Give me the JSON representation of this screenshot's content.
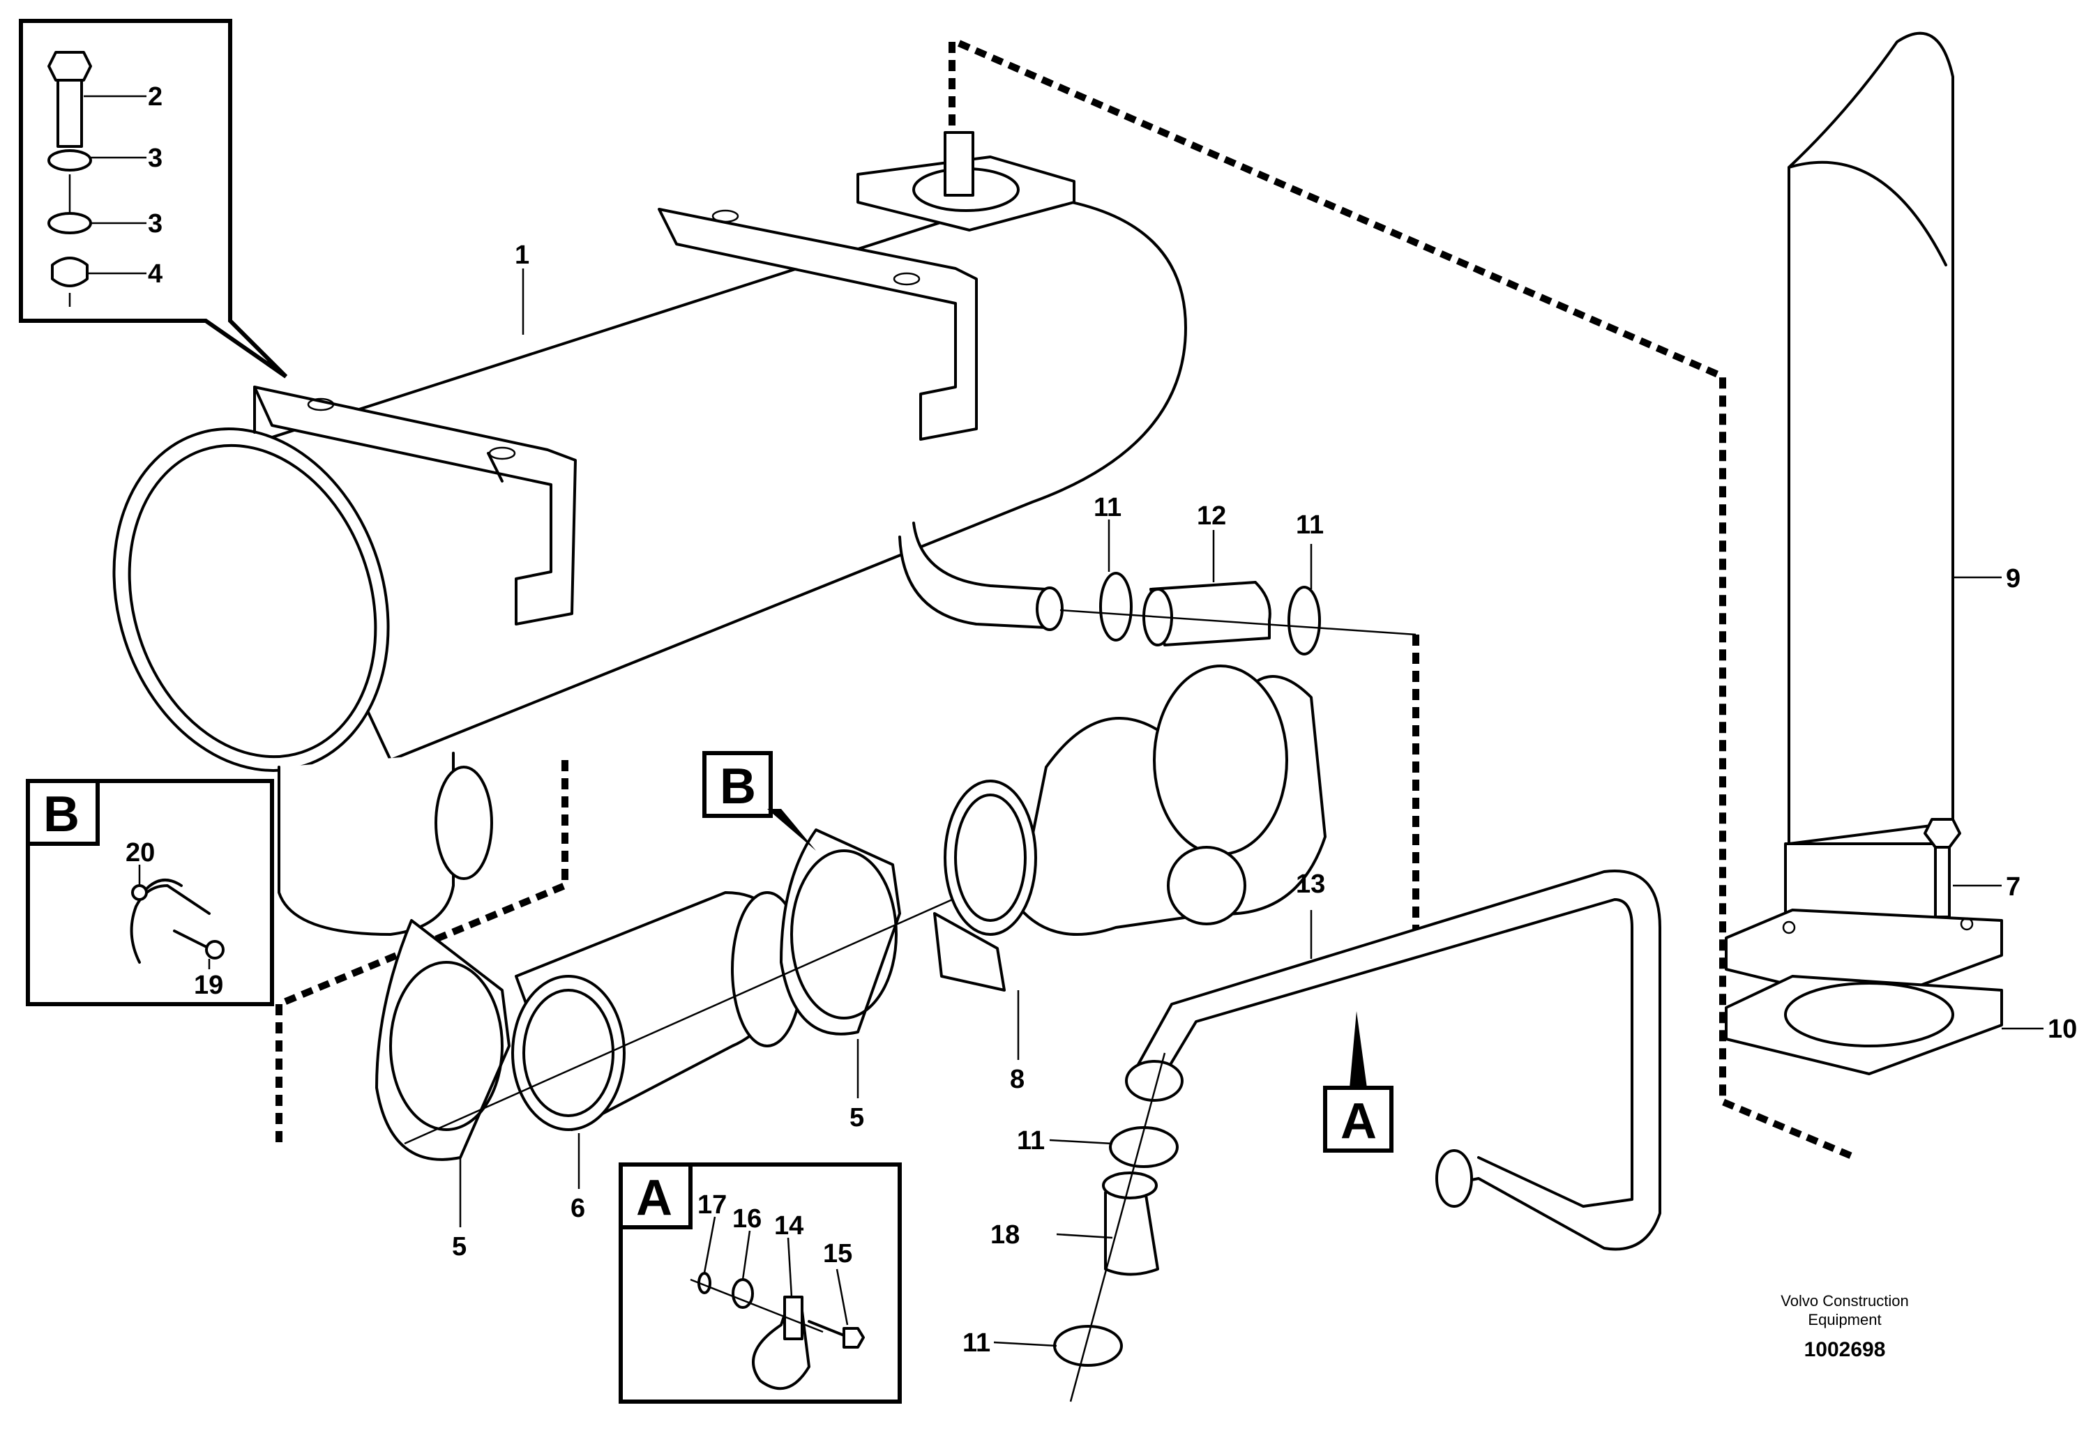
{
  "part_labels": {
    "p1": "1",
    "p2": "2",
    "p3a": "3",
    "p3b": "3",
    "p4": "4",
    "p5a": "5",
    "p5b": "5",
    "p6": "6",
    "p7": "7",
    "p8": "8",
    "p9": "9",
    "p10": "10",
    "p11a": "11",
    "p11b": "11",
    "p11c": "11",
    "p11d": "11",
    "p12": "12",
    "p13": "13",
    "p14": "14",
    "p15": "15",
    "p16": "16",
    "p17": "17",
    "p18": "18",
    "p19": "19",
    "p20": "20"
  },
  "callouts": {
    "detail_a_ref": "A",
    "detail_b_ref": "B",
    "inset_a_title": "A",
    "inset_b_title": "B"
  },
  "credit": {
    "line1": "Volvo Construction",
    "line2": "Equipment",
    "code": "1002698"
  }
}
